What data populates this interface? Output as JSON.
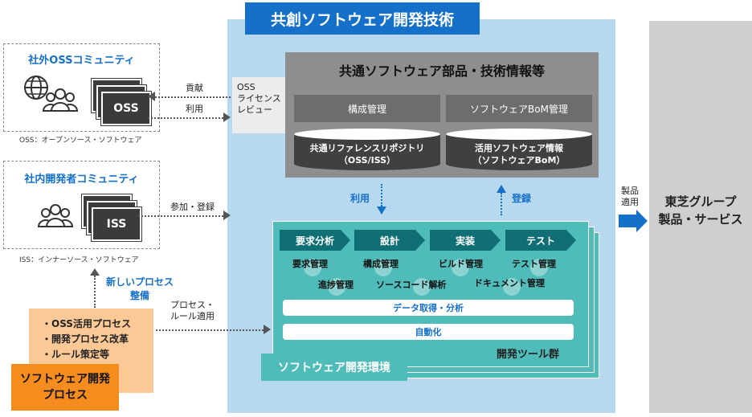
{
  "main_title": "共創ソフトウェア開発技術",
  "external": {
    "title": "社外OSSコミュニティ",
    "badge": "OSS",
    "caption": "OSS：オープンソース・ソフトウェア"
  },
  "internal": {
    "title": "社内開発者コミュニティ",
    "badge": "ISS",
    "caption": "ISS：インナーソース・ソフトウェア"
  },
  "flows": {
    "contribute": "貢献",
    "use": "利用",
    "join_register": "参加・登録",
    "process_rules_1": "プロセス・",
    "process_rules_2": "ルール適用",
    "new_process_1": "新しいプロセス",
    "new_process_2": "整備",
    "use_down": "利用",
    "register_up": "登録",
    "product_apply_1": "製品",
    "product_apply_2": "適用"
  },
  "oss_review": {
    "line1": "OSS",
    "line2": "ライセンス",
    "line3": "レビュー"
  },
  "common": {
    "title": "共通ソフトウェア部品・技術情報等",
    "config_mgmt": "構成管理",
    "bom_mgmt": "ソフトウェアBoM管理",
    "repo_1": "共通リファレンスリポジトリ",
    "repo_2": "（OSS/ISS）",
    "info_1": "活用ソフトウェア情報",
    "info_2": "（ソフトウェアBoM）"
  },
  "tools": {
    "phases": [
      "要求分析",
      "設計",
      "実装",
      "テスト"
    ],
    "row1": [
      "要求管理",
      "構成管理",
      "ビルド管理",
      "テスト管理"
    ],
    "row2": [
      "進捗管理",
      "ソースコード解析",
      "ドキュメント管理"
    ],
    "data_bar": "データ取得・分析",
    "auto_bar": "自動化",
    "group_label": "開発ツール群",
    "env_label": "ソフトウェア開発環境"
  },
  "process": {
    "items": [
      "・OSS活用プロセス",
      "・開発プロセス改革",
      "・ルール策定等"
    ],
    "title_1": "ソフトウェア開発",
    "title_2": "プロセス"
  },
  "output": {
    "line1": "東芝グループ",
    "line2": "製品・サービス"
  },
  "colors": {
    "brand_blue": "#1470c8",
    "panel_blue": "#b7d9ef",
    "teal": "#4fbcb9",
    "dark_teal": "#0f6f74",
    "orange": "#f58c1e",
    "light_orange": "#fbc996"
  }
}
